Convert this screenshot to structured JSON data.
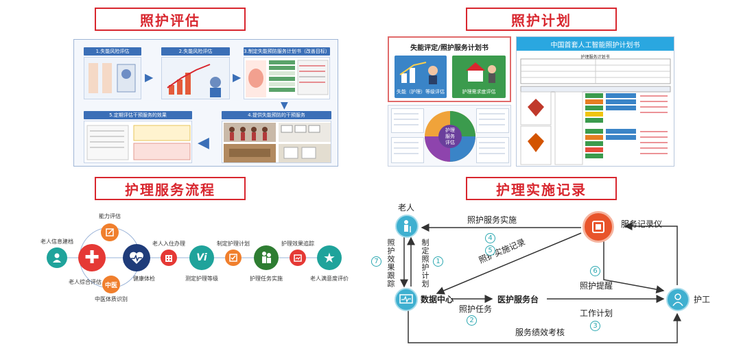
{
  "titles": {
    "assessment": "照护评估",
    "plan": "照护计划",
    "process": "护理服务流程",
    "record": "护理实施记录"
  },
  "assessment": {
    "steps": [
      "1.失能风险评估",
      "2.失能风险评估",
      "3.制定失能预防服务计划书（改善目标）",
      "4.提供失能预防的干预服务",
      "5.定期评估干预服务的效果"
    ]
  },
  "plan": {
    "left_card_title": "失能评定/照护服务计划书",
    "btn_disability": "失能（护理）等级评估",
    "btn_needs": "护理需求度评估",
    "wheel_center": "护理\n服务\n评估",
    "right_title": "中国首套人工智能照护计划书",
    "right_sub": "护理服务计划书"
  },
  "process": {
    "nodes": [
      {
        "label": "老人信息建档",
        "color": "#1fa39b"
      },
      {
        "label": "老人综合评估",
        "color": "#e53935"
      },
      {
        "label": "能力评估",
        "color": "#f07f2d"
      },
      {
        "label": "健康体检",
        "color": "#1f3c7a"
      },
      {
        "label": "中医体质识别",
        "color": "#f07f2d"
      },
      {
        "label": "老人入住办理",
        "color": "#e53935"
      },
      {
        "label": "测定护理等级",
        "color": "#1fa39b"
      },
      {
        "label": "制定护理计划",
        "color": "#f07f2d"
      },
      {
        "label": "护理任务实施",
        "color": "#2e7d32"
      },
      {
        "label": "护理效果追踪",
        "color": "#e53935"
      },
      {
        "label": "老人满意度评价",
        "color": "#1fa39b"
      }
    ],
    "tcm_text": "中医",
    "vi_text": "Vi"
  },
  "record": {
    "elder": "老人",
    "recorder": "服务记录仪",
    "data_center": "数据中心",
    "desk": "医护服务台",
    "caregiver": "护工",
    "care_impl": "照护服务实施",
    "care_record": "照护实施记录",
    "care_remind": "照护提醒",
    "care_task": "照护任务",
    "work_plan": "工作计划",
    "performance": "服务绩效考核",
    "effect_track": "照护效果跟踪",
    "make_plan": "制定照护计划",
    "nums": [
      "1",
      "2",
      "3",
      "4",
      "5",
      "6",
      "7"
    ]
  }
}
